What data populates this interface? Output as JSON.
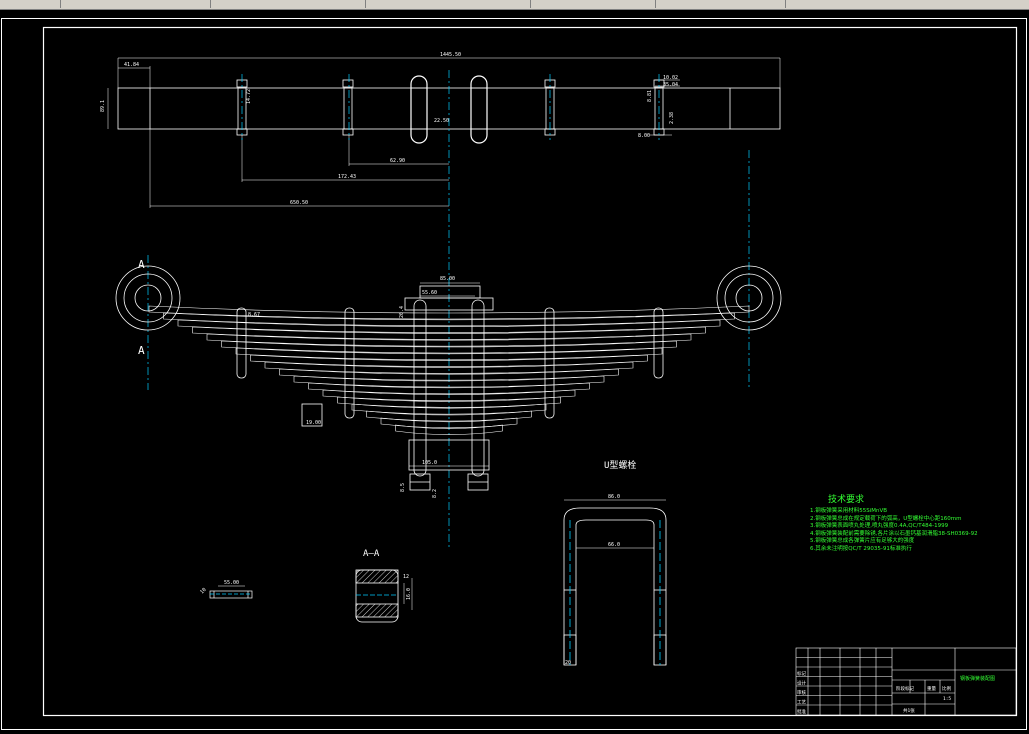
{
  "top_dims": {
    "overall": "1445.50",
    "left_end": "41.84",
    "height": "89.1",
    "clip_span": "62.90",
    "bolt_span": "172.43",
    "half_length": "650.50",
    "hole": "22.50",
    "gap_right_top": "10.02",
    "gap_right_top2": "35.04",
    "small_right": "8.81",
    "small_right2": "2.38",
    "small_bottom": "8.00",
    "left_bolt": "14.72"
  },
  "spring_dims": {
    "center_top": "85.00",
    "center_inner": "55.60",
    "left_clip": "8.67",
    "center_mark": "20.4",
    "bottom_pad": "19.00",
    "bolt_len": "105.0",
    "bolt_side": "8.5",
    "bolt_side2": "8.2"
  },
  "labels": {
    "section_a_top": "A",
    "section_a_bottom": "A",
    "section_aa": "A—A",
    "u_bolt_title": "U型螺栓",
    "u_top_width": "86.0",
    "u_inner_width": "66.0",
    "u_bottom": "20",
    "clip_width": "55.00",
    "clip_thk": "10",
    "aa_height": "16.0",
    "aa_width": "12"
  },
  "tech_requirements": {
    "title": "技术要求",
    "items": [
      "1.钢板弹簧采用材料55SiMnVB",
      "2.钢板弹簧总成在规定载荷下的弧高，U型螺栓中心距160mm",
      "3.钢板弹簧表面喷丸处理,喷丸强度0.4A,QC/T484-1999",
      "4.钢板弹簧装配前需要除锈,各片涂以石墨钙基润滑脂38-SH0369-92",
      "5.钢板弹簧总成各弹簧片应有足够大的强度",
      "6.其余未注明按QC/T 29035-91标准执行"
    ]
  },
  "title_block": {
    "drawing_name": "钢板弹簧装配图",
    "rows": [
      "标记",
      "设计",
      "审核",
      "工艺",
      "批准"
    ],
    "scale": "1:5",
    "sheet": "共1张",
    "stage": "阶段标记",
    "weight": "重量",
    "ratio": "比例"
  },
  "colors": {
    "line": "#ffffff",
    "center": "#00ccff",
    "notes": "#33ff33",
    "dim": "#ffffff"
  }
}
